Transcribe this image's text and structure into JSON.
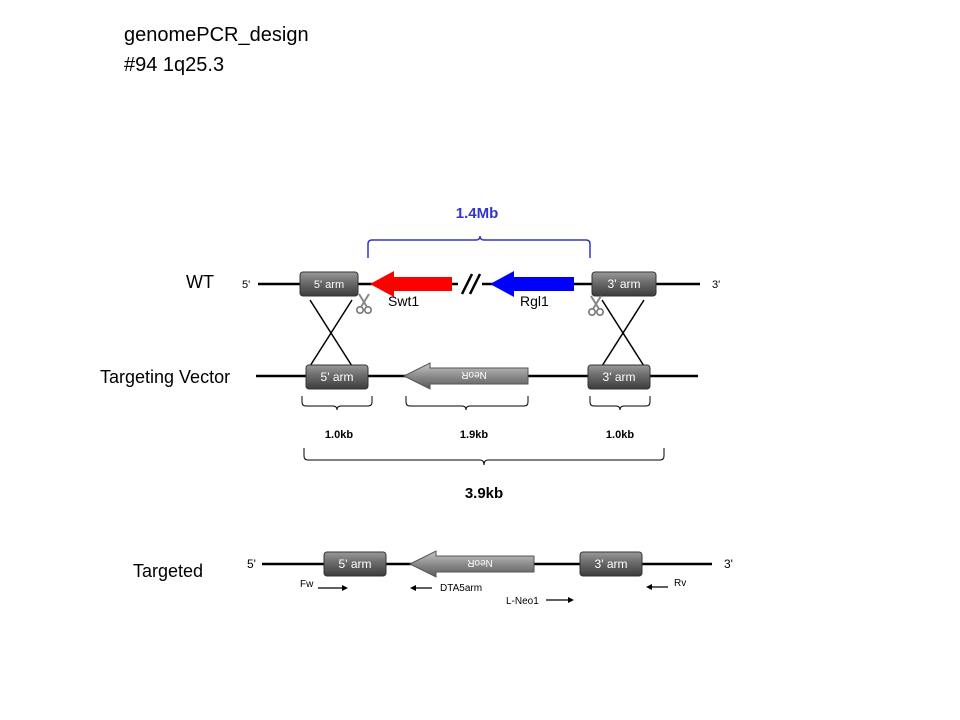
{
  "header": {
    "line1": "genomePCR_design",
    "line2": "#94  1q25.3"
  },
  "colors": {
    "swt1_arrow": "#ff0000",
    "rgl1_arrow": "#0000ff",
    "bracket_blue": "#3333cc",
    "arm_box": "#6e6e6e",
    "neo_arrow": "#8a8a8a"
  },
  "wt": {
    "label": "WT",
    "five_prime": "5'",
    "three_prime": "3'",
    "arm5": "5' arm",
    "arm3": "3' arm",
    "gene1": "Swt1",
    "gene2": "Rgl1",
    "span": "1.4Mb"
  },
  "vector": {
    "label": "Targeting Vector",
    "arm5": "5' arm",
    "arm3": "3' arm",
    "neo": "NeoR",
    "size_arm5": "1.0kb",
    "size_neo": "1.9kb",
    "size_arm3": "1.0kb",
    "size_total": "3.9kb"
  },
  "targeted": {
    "label": "Targeted",
    "five_prime": "5'",
    "three_prime": "3'",
    "arm5": "5' arm",
    "arm3": "3' arm",
    "neo": "NeoR",
    "primers": [
      "Fw",
      "DTA5arm",
      "L-Neo1",
      "Rv"
    ]
  }
}
